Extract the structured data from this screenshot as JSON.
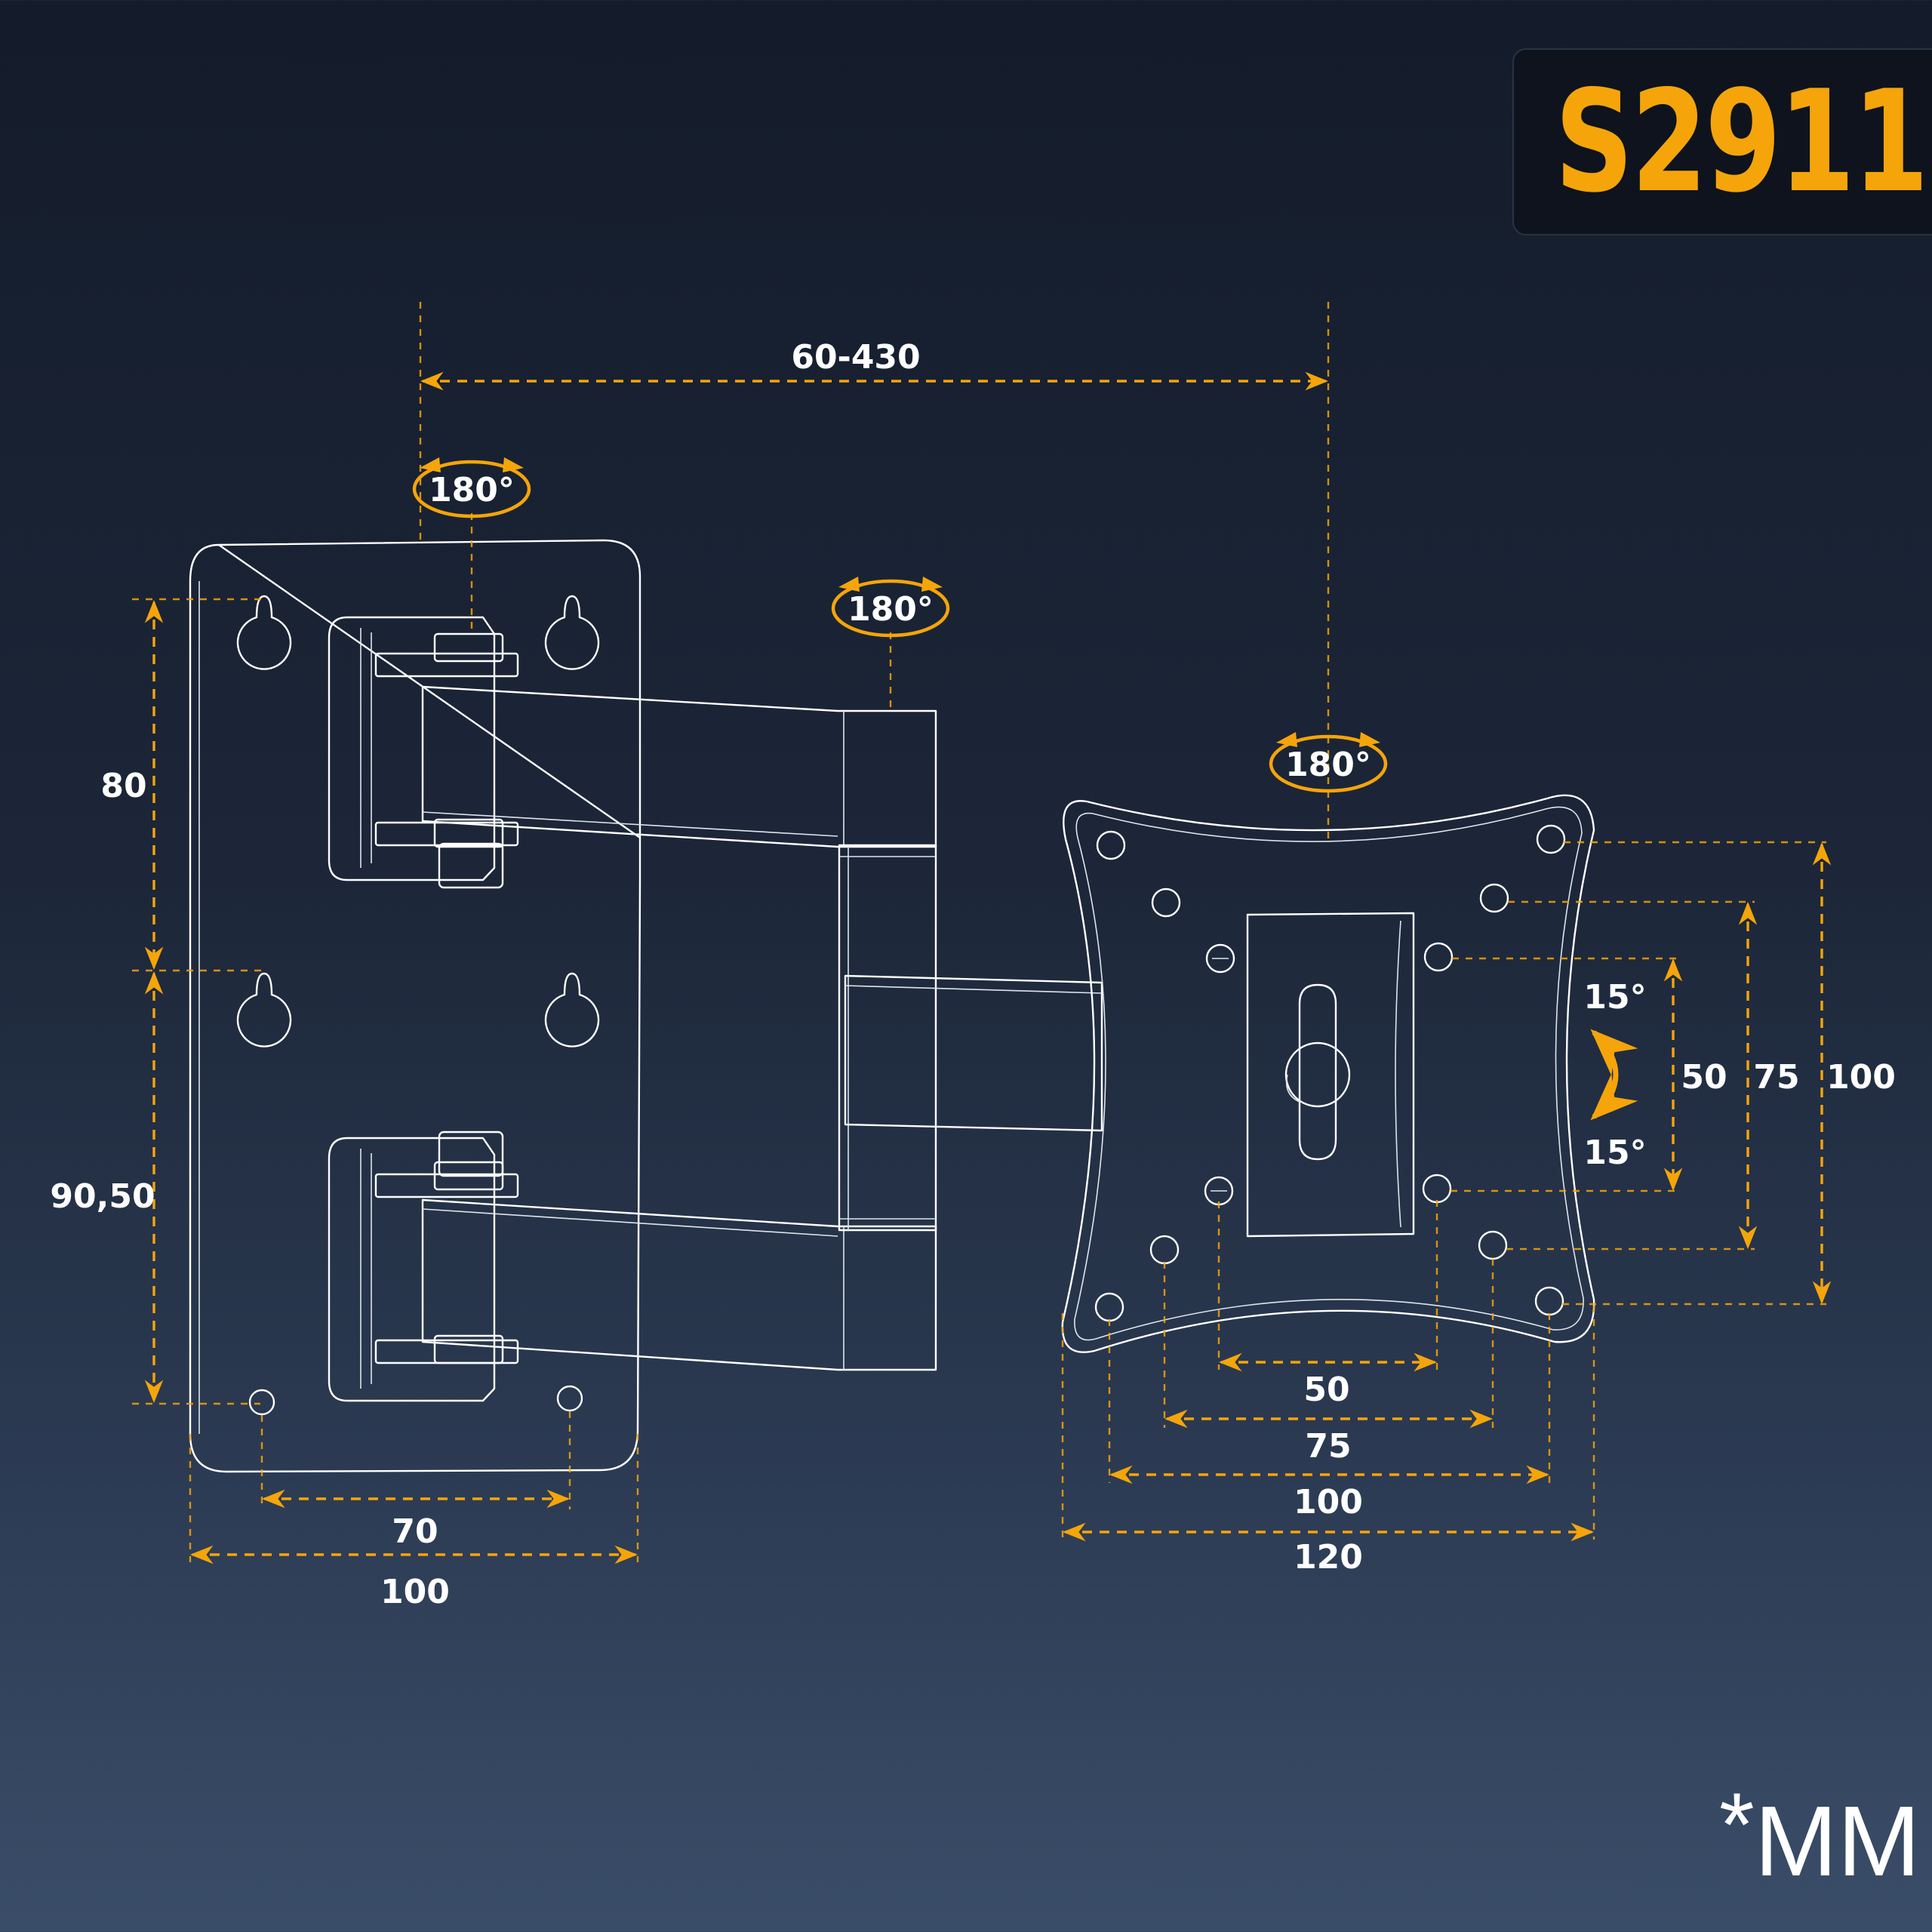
{
  "model": "S2911",
  "unit": {
    "star": "*",
    "text": "MM"
  },
  "dimensions": {
    "arm_extension": "60-430",
    "wall_vertical_top": "80",
    "wall_vertical_bottom": "90,50",
    "wall_inner_width": "70",
    "wall_outer_width": "100",
    "vesa_h_50": "50",
    "vesa_h_75": "75",
    "vesa_h_100": "100",
    "vesa_h_120": "120",
    "vesa_v_50": "50",
    "vesa_v_75": "75",
    "vesa_v_100": "100"
  },
  "rotations": {
    "wall_pivot": "180°",
    "middle_pivot": "180°",
    "head_pivot": "180°",
    "tilt_up": "15°",
    "tilt_down": "15°"
  },
  "colors": {
    "accent": "#f5a50a",
    "line": "#ffffff",
    "background": "#1c2638"
  }
}
